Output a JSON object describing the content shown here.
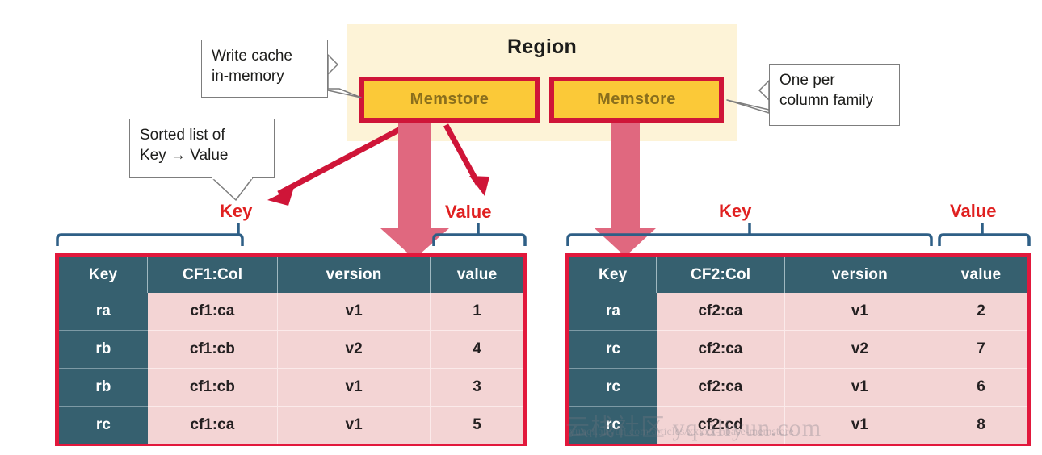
{
  "region": {
    "title": "Region",
    "memstores": [
      {
        "label": "Memstore"
      },
      {
        "label": "Memstore"
      }
    ],
    "background_color": "#fdf3d7",
    "memstore_fill": "#fbc938",
    "memstore_border": "#cf1538"
  },
  "callouts": [
    {
      "id": "write-cache",
      "line1": "Write cache",
      "line2": "in-memory"
    },
    {
      "id": "sorted-list",
      "line1": "Sorted list of",
      "line2": "Key → Value"
    },
    {
      "id": "one-per-column-family",
      "line1": "One per",
      "line2": "column family"
    }
  ],
  "bracket_labels": {
    "left_key": "Key",
    "left_value": "Value",
    "right_key": "Key",
    "right_value": "Value",
    "color": "#e02020"
  },
  "tables": [
    {
      "id": "cf1-table",
      "headers": [
        "Key",
        "CF1:Col",
        "version",
        "value"
      ],
      "rows": [
        [
          "ra",
          "cf1:ca",
          "v1",
          "1"
        ],
        [
          "rb",
          "cf1:cb",
          "v2",
          "4"
        ],
        [
          "rb",
          "cf1:cb",
          "v1",
          "3"
        ],
        [
          "rc",
          "cf1:ca",
          "v1",
          "5"
        ]
      ]
    },
    {
      "id": "cf2-table",
      "headers": [
        "Key",
        "CF2:Col",
        "version",
        "value"
      ],
      "rows": [
        [
          "ra",
          "cf2:ca",
          "v1",
          "2"
        ],
        [
          "rc",
          "cf2:ca",
          "v2",
          "7"
        ],
        [
          "rc",
          "cf2:ca",
          "v1",
          "6"
        ],
        [
          "rc",
          "cf2:cd",
          "v1",
          "8"
        ]
      ]
    }
  ],
  "colors": {
    "table_border": "#e2183c",
    "header_fill": "#36606f",
    "row_fill": "#f3d4d4",
    "bracket": "#2e5f86",
    "arrow_thin": "#cf1538",
    "arrow_thick": "#e0687f"
  },
  "watermark": {
    "line1": "云栈社区 yq.aliyun.com",
    "line2": "yunqi.aliyun.com/articles/xxxxx-hbase-memstore"
  }
}
